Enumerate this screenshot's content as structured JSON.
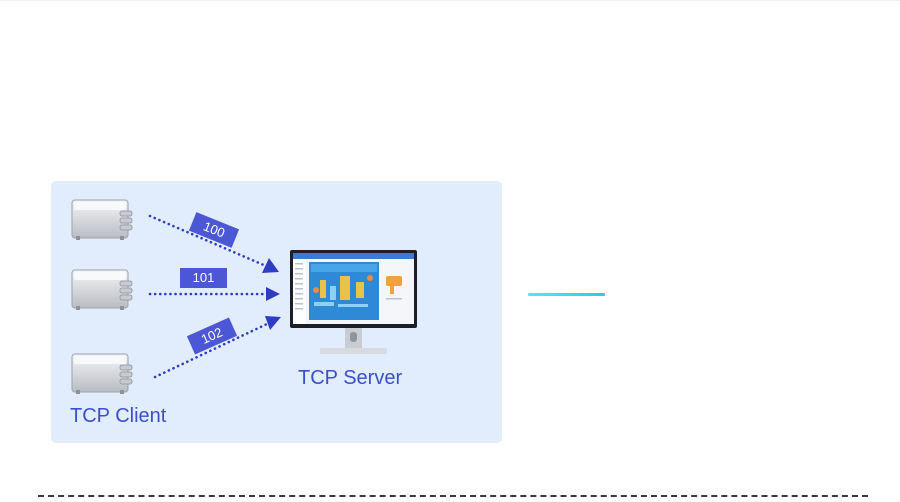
{
  "diagram": {
    "client_label": "TCP Client",
    "server_label": "TCP Server",
    "packets": [
      {
        "id": "100"
      },
      {
        "id": "101"
      },
      {
        "id": "102"
      }
    ]
  },
  "colors": {
    "panel_bg": "#e1ecfc",
    "accent_blue": "#4c57d6",
    "label_blue": "#3b50c8",
    "cyan_line": "#48d3e8",
    "dashed_divider": "#333a44"
  },
  "icons": {
    "client_device": "gateway-device-icon",
    "server": "monitor-icon"
  }
}
